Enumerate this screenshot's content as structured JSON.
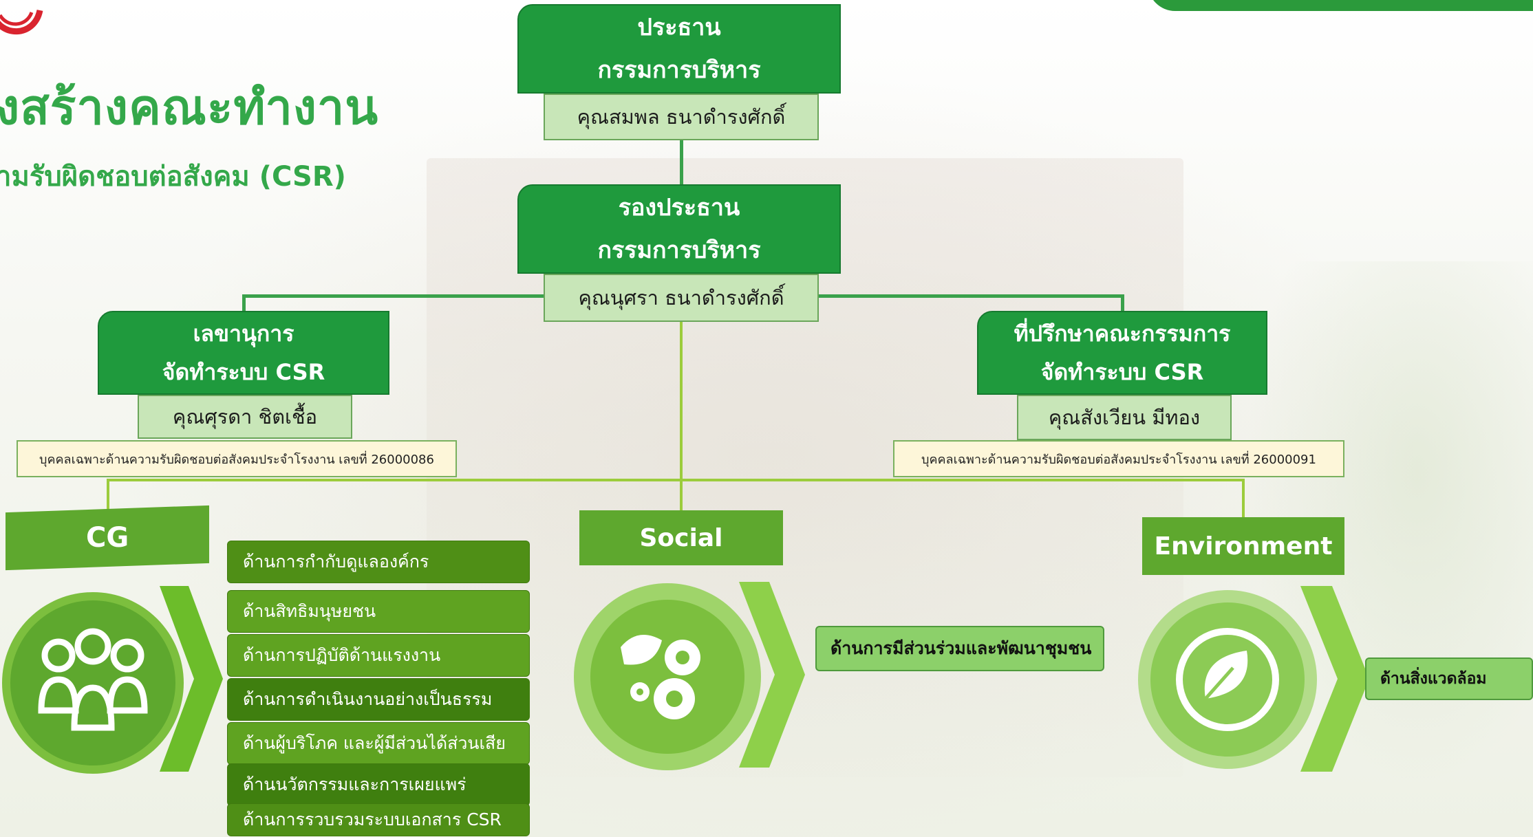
{
  "title": {
    "main": "งสร้างคณะทำงาน",
    "sub": "ามรับผิดชอบต่อสังคม (CSR)"
  },
  "org": {
    "chairman": {
      "title_line1": "ประธาน",
      "title_line2": "กรรมการบริหาร",
      "name": "คุณสมพล ธนาดำรงศักดิ์"
    },
    "vice_chairman": {
      "title_line1": "รองประธาน",
      "title_line2": "กรรมการบริหาร",
      "name": "คุณนุศรา ธนาดำรงศักดิ์"
    },
    "secretary": {
      "title_line1": "เลขานุการ",
      "title_line2": "จัดทำระบบ CSR",
      "name": "คุณศุรดา ชิตเชื้อ",
      "cert": "บุคคลเฉพาะด้านความรับผิดชอบต่อสังคมประจำโรงงาน เลขที่ 26000086"
    },
    "advisor": {
      "title_line1": "ที่ปรึกษาคณะกรรมการ",
      "title_line2": "จัดทำระบบ CSR",
      "name": "คุณสังเวียน มีทอง",
      "cert": "บุคคลเฉพาะด้านความรับผิดชอบต่อสังคมประจำโรงงาน  เลขที่ 26000091"
    }
  },
  "categories": {
    "cg": {
      "label": "CG",
      "icon": "people-group-icon",
      "items": [
        "ด้านการกำกับดูแลองค์กร",
        "ด้านสิทธิมนุษยชน",
        "ด้านการปฏิบัติด้านแรงงาน",
        "ด้านการดำเนินงานอย่างเป็นธรรม",
        "ด้านผู้บริโภค และผู้มีส่วนได้ส่วนเสีย",
        "ด้านนวัตกรรมและการเผยแพร่",
        "ด้านการรวบรวมระบบเอกสาร CSR"
      ]
    },
    "social": {
      "label": "Social",
      "icon": "leaf-gears-icon",
      "items": [
        "ด้านการมีส่วนร่วมและพัฒนาชุมชน"
      ]
    },
    "environment": {
      "label": "Environment",
      "icon": "globe-leaf-icon",
      "items": [
        "ด้านสิ่งแวดล้อม"
      ]
    }
  },
  "colors": {
    "header_green": "#1f9a3d",
    "name_box": "#c8e6b8",
    "cert_box": "#fdf6d9",
    "category_green": "#5ea82e",
    "chevron_green": "#6cbd2a"
  }
}
